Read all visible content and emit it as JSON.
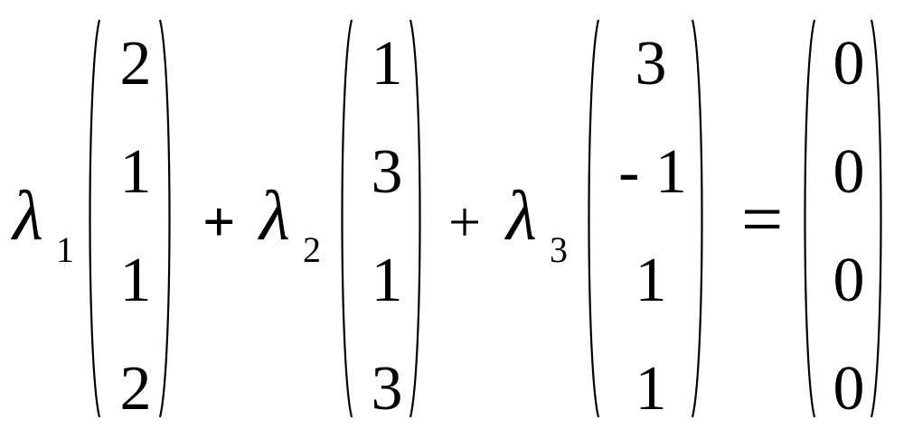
{
  "equation": {
    "terms": [
      {
        "coefficient": "λ",
        "subscript": "1",
        "vector": [
          "2",
          "1",
          "1",
          "2"
        ]
      },
      {
        "operator": "+",
        "coefficient": "λ",
        "subscript": "2",
        "vector": [
          "1",
          "3",
          "1",
          "3"
        ]
      },
      {
        "operator": "+",
        "coefficient": "λ",
        "subscript": "3",
        "vector": [
          "3",
          "- 1",
          "1",
          "1"
        ]
      }
    ],
    "equals": "=",
    "result": [
      "0",
      "0",
      "0",
      "0"
    ]
  }
}
